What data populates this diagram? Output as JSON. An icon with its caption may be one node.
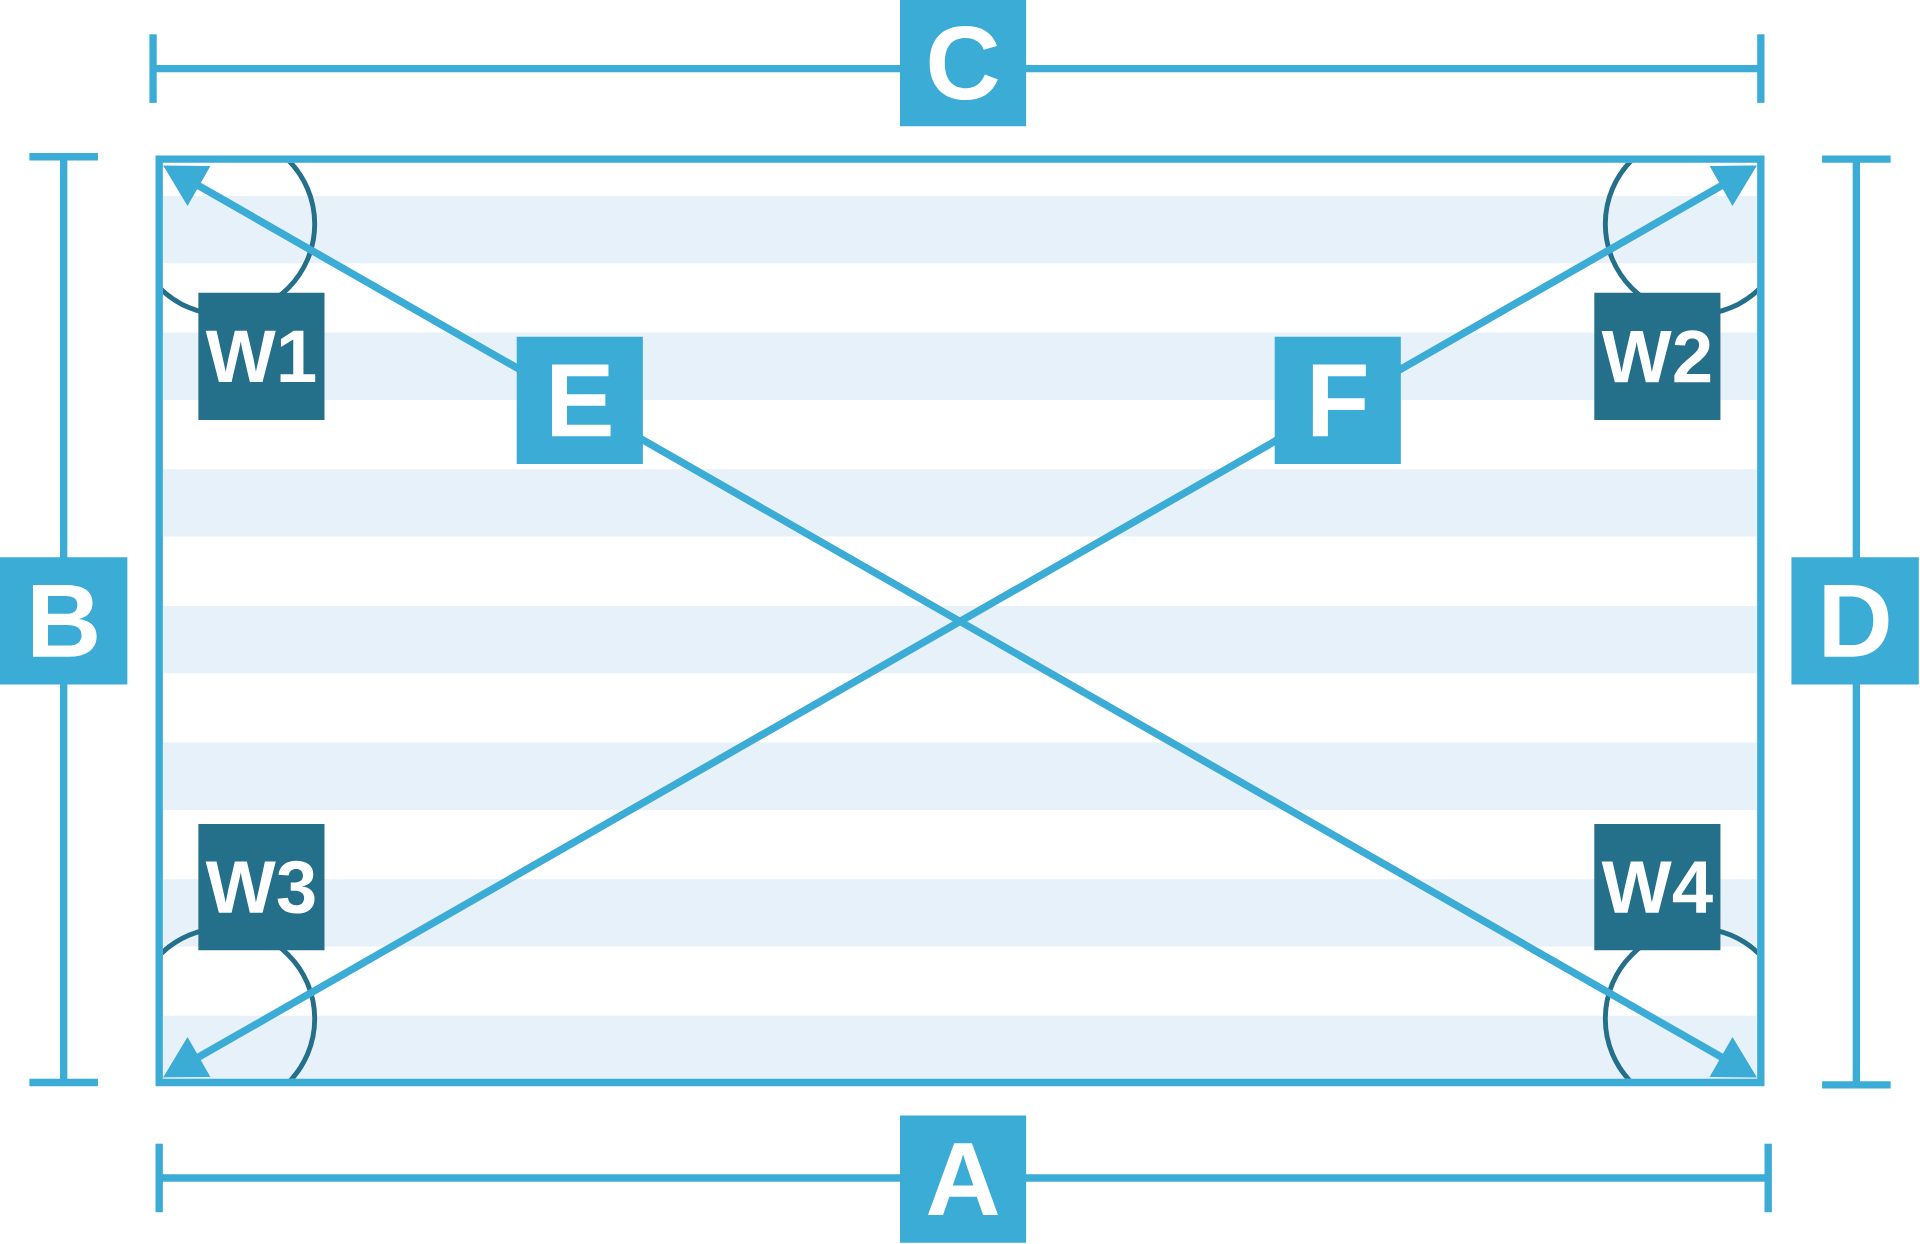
{
  "diagram": {
    "nodes": [
      {
        "text": [
          "C"
        ]
      },
      {
        "text": [
          "B"
        ]
      },
      {
        "text": [
          "D"
        ]
      },
      {
        "text": [
          "W1"
        ]
      },
      {
        "text": [
          "E"
        ]
      },
      {
        "text": [
          "F"
        ]
      },
      {
        "text": [
          "W2"
        ]
      },
      {
        "text": [
          "W3"
        ]
      },
      {
        "text": [
          "W4"
        ]
      },
      {
        "text": [
          "A"
        ]
      }
    ]
  }
}
